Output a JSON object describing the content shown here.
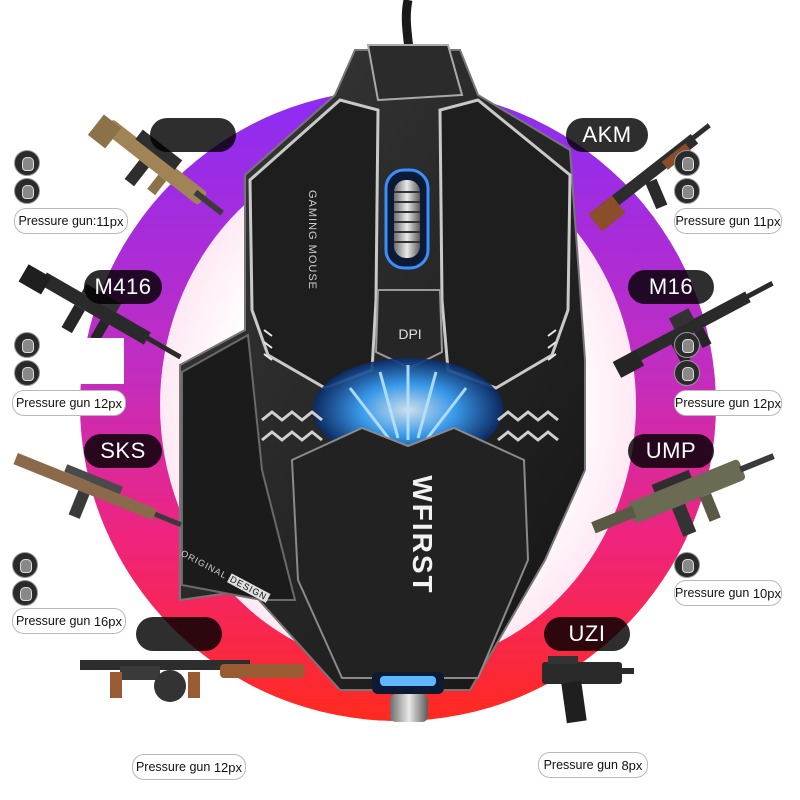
{
  "product": {
    "brand": "WFIRST",
    "side_text": "GAMING MOUSE",
    "dpi_label": "DPI",
    "tag_left": "ORIGINAL",
    "tag_right": "DESIGN"
  },
  "ring_colors": {
    "top_left": "#8b2cf5",
    "top_right": "#a33ee0",
    "middle": "#e0249a",
    "bottom": "#ff2a2a"
  },
  "weapons": {
    "left": [
      {
        "name": "",
        "pressure_label": "Pressure gun:",
        "pressure_value": "11px"
      },
      {
        "name": "M416",
        "pressure_label": "Pressure gun",
        "pressure_value": "12px"
      },
      {
        "name": "SKS",
        "pressure_label": "Pressure gun",
        "pressure_value": "16px"
      },
      {
        "name": "",
        "pressure_label": "Pressure gun",
        "pressure_value": "12px"
      }
    ],
    "right": [
      {
        "name": "AKM",
        "pressure_label": "Pressure gun",
        "pressure_value": "11px"
      },
      {
        "name": "M16",
        "pressure_label": "Pressure gun",
        "pressure_value": "12px"
      },
      {
        "name": "UMP",
        "pressure_label": "Pressure gun",
        "pressure_value": "10px"
      },
      {
        "name": "UZI",
        "pressure_label": "Pressure gun",
        "pressure_value": "8px"
      }
    ]
  }
}
